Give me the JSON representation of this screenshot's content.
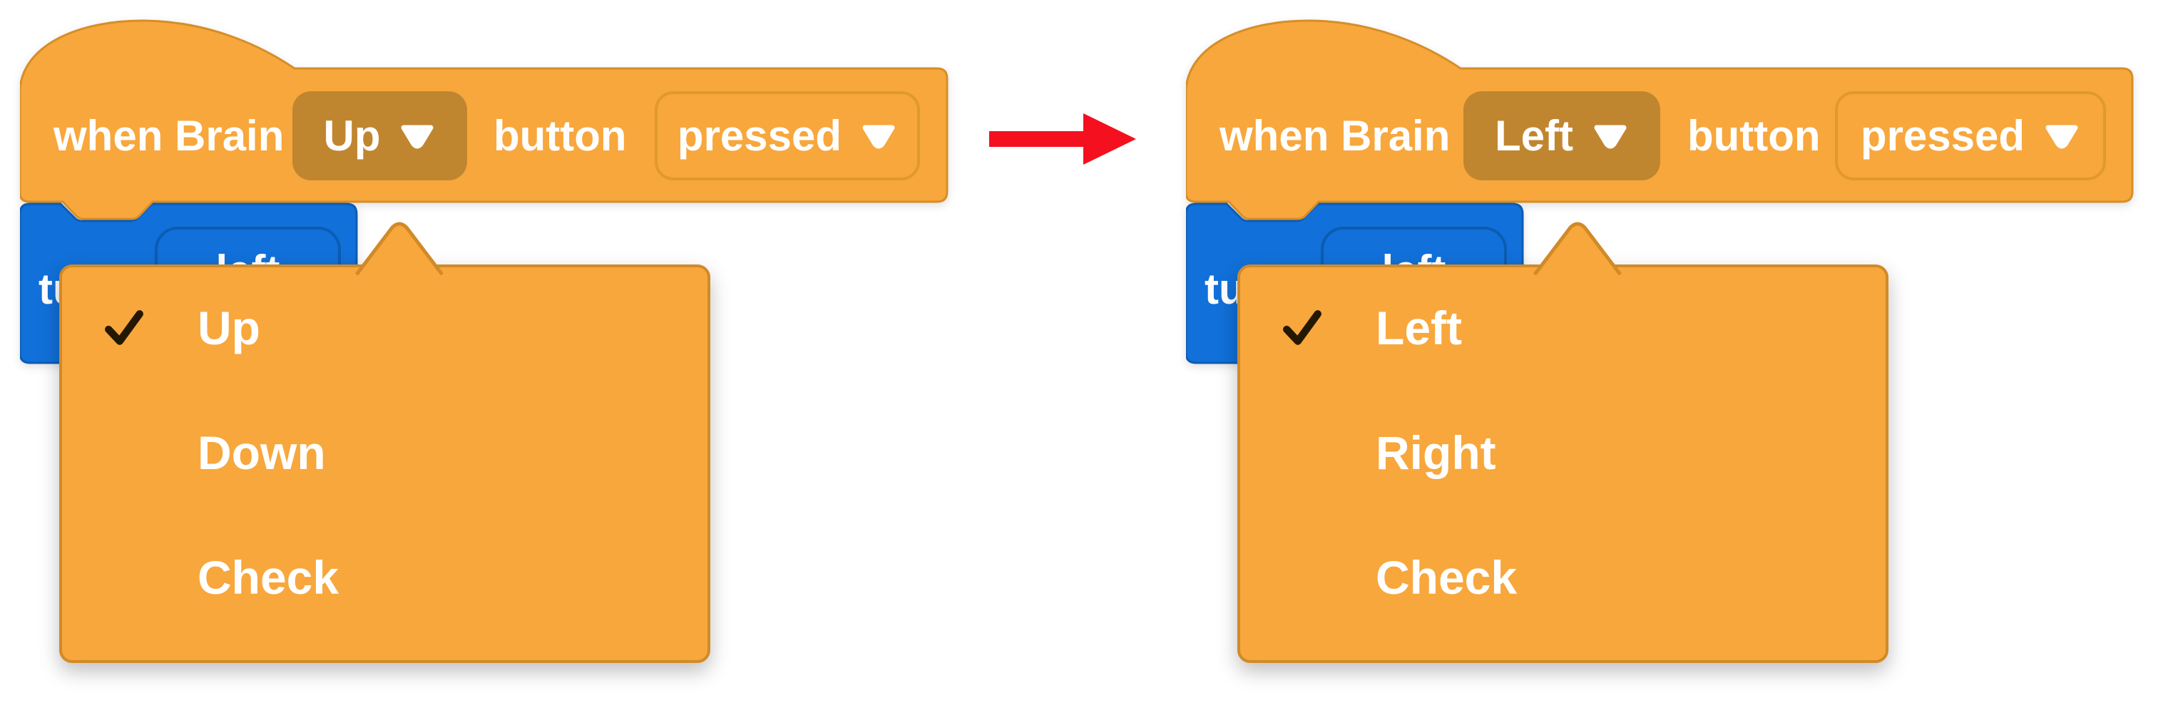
{
  "colors": {
    "block_fill": "#F8A73C",
    "block_border": "#D68E28",
    "selected_field_fill": "#C0862F",
    "state_field_border": "#E09A2C",
    "turn_block_fill": "#1170D9",
    "turn_block_border": "#0C5CB3",
    "menu_fill": "#F8A73C",
    "menu_border": "#D18A28",
    "check_color": "#241802",
    "arrow_color": "#F4101E",
    "text_color": "#FFFFFF"
  },
  "panels": [
    {
      "id": "before",
      "hat": {
        "when_label": "when Brain",
        "port_value": "Up",
        "button_label": "button",
        "state_value": "pressed"
      },
      "turn": {
        "label": "turn",
        "value": "left"
      },
      "menu": {
        "items": [
          {
            "label": "Up",
            "checked": true
          },
          {
            "label": "Down",
            "checked": false
          },
          {
            "label": "Check",
            "checked": false
          }
        ]
      }
    },
    {
      "id": "after",
      "hat": {
        "when_label": "when Brain",
        "port_value": "Left",
        "button_label": "button",
        "state_value": "pressed"
      },
      "turn": {
        "label": "turn",
        "value": "left"
      },
      "menu": {
        "items": [
          {
            "label": "Left",
            "checked": true
          },
          {
            "label": "Right",
            "checked": false
          },
          {
            "label": "Check",
            "checked": false
          }
        ]
      }
    }
  ]
}
